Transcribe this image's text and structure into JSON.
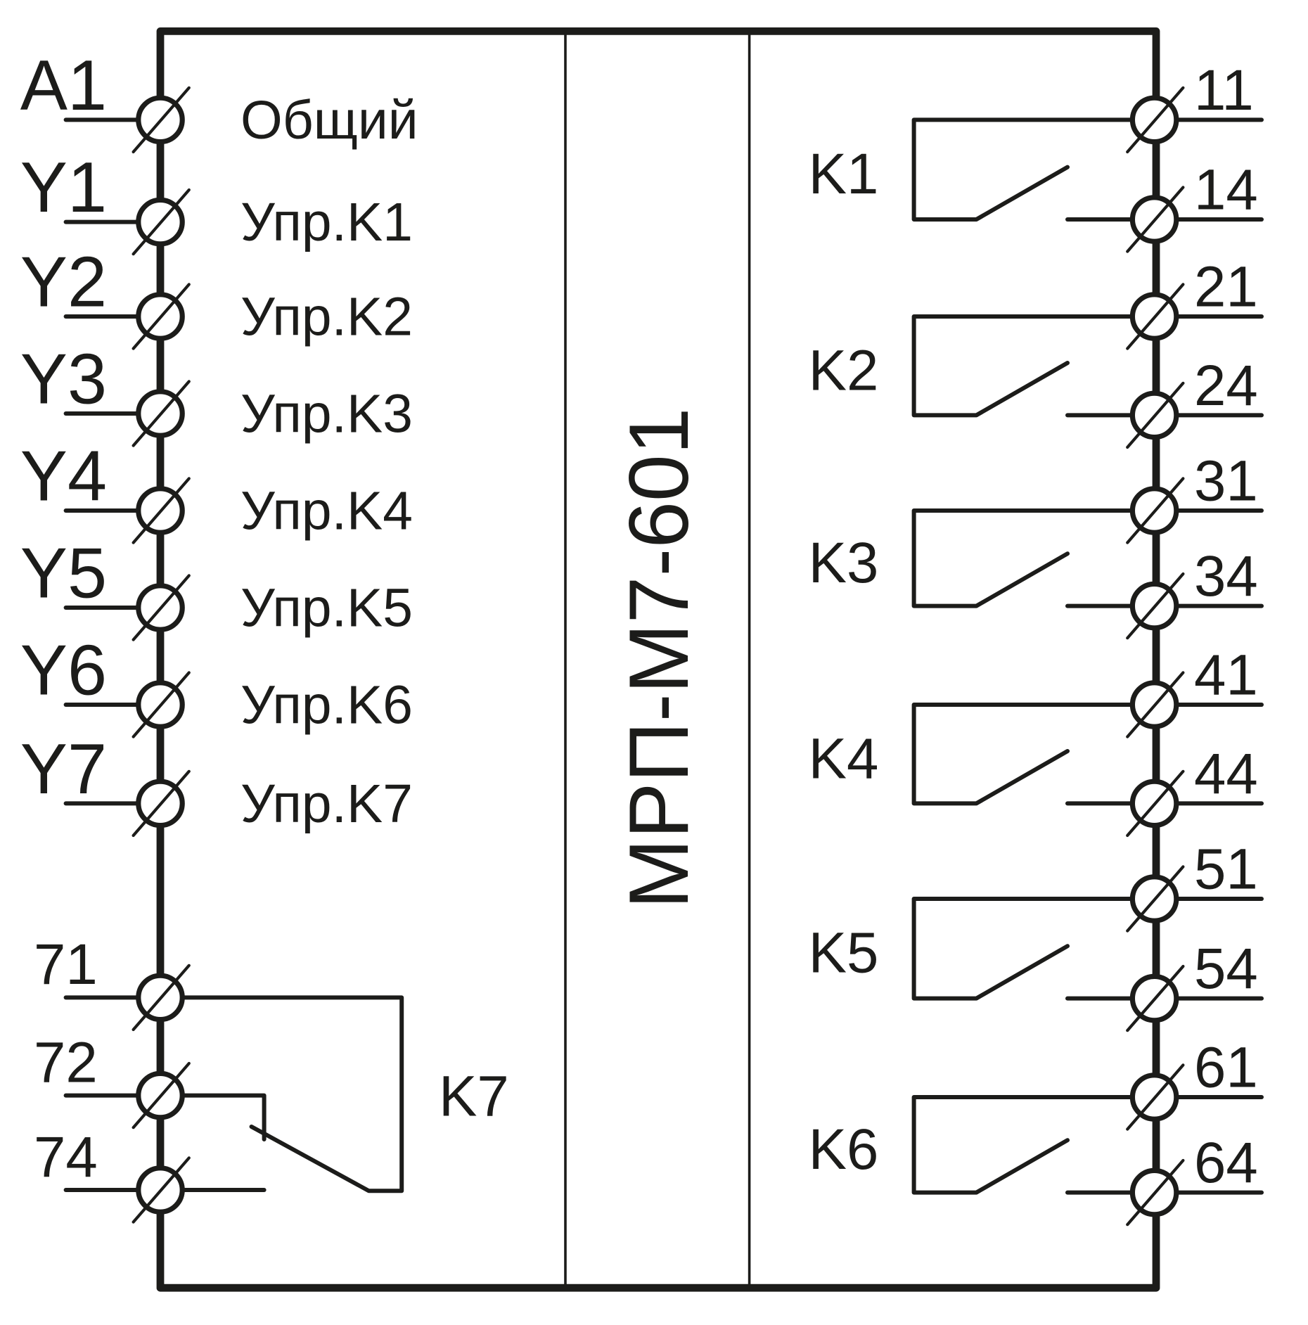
{
  "device": {
    "model": "МРП-М7-601"
  },
  "left_terminals": [
    {
      "id": "A1",
      "description": "Общий"
    },
    {
      "id": "Y1",
      "description": "Упр.K1"
    },
    {
      "id": "Y2",
      "description": "Упр.K2"
    },
    {
      "id": "Y3",
      "description": "Упр.K3"
    },
    {
      "id": "Y4",
      "description": "Упр.K4"
    },
    {
      "id": "Y5",
      "description": "Упр.K5"
    },
    {
      "id": "Y6",
      "description": "Упр.K6"
    },
    {
      "id": "Y7",
      "description": "Упр.K7"
    }
  ],
  "k7_relay": {
    "label": "K7",
    "terminals": [
      "71",
      "72",
      "74"
    ],
    "contact_type": "changeover"
  },
  "right_relays": [
    {
      "label": "K1",
      "terminals": [
        "11",
        "14"
      ],
      "contact_type": "normally-open"
    },
    {
      "label": "K2",
      "terminals": [
        "21",
        "24"
      ],
      "contact_type": "normally-open"
    },
    {
      "label": "K3",
      "terminals": [
        "31",
        "34"
      ],
      "contact_type": "normally-open"
    },
    {
      "label": "K4",
      "terminals": [
        "41",
        "44"
      ],
      "contact_type": "normally-open"
    },
    {
      "label": "K5",
      "terminals": [
        "51",
        "54"
      ],
      "contact_type": "normally-open"
    },
    {
      "label": "K6",
      "terminals": [
        "61",
        "64"
      ],
      "contact_type": "normally-open"
    }
  ],
  "colors": {
    "line": "#1c1c1a",
    "background": "#ffffff"
  }
}
